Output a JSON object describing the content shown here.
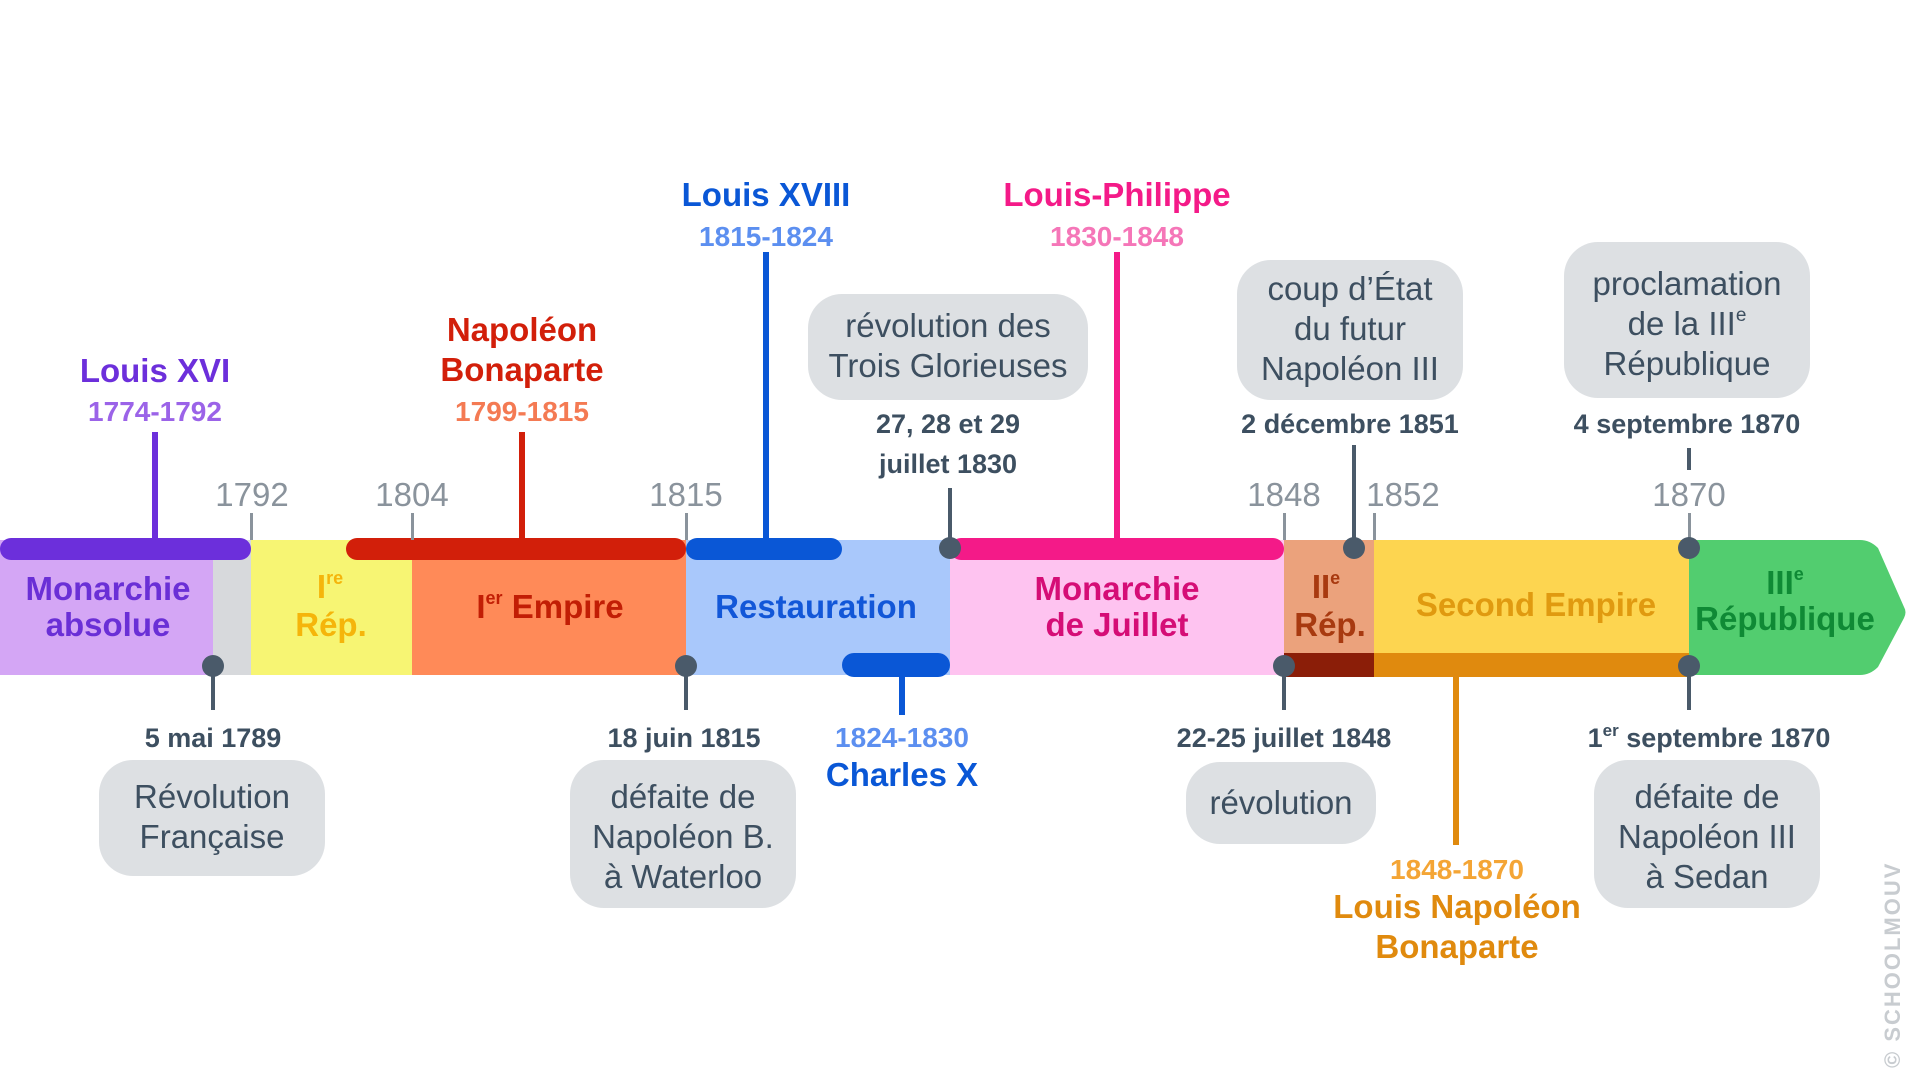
{
  "periods": {
    "monarchie_absolue": {
      "line1": "Monarchie",
      "line2": "absolue",
      "color": "#d4a6f5",
      "text_color": "#6a2fd6"
    },
    "premiere_rep": {
      "numeral": "I",
      "sup": "re",
      "line2": "Rép.",
      "color": "#f7f573",
      "text_color": "#f5b50b"
    },
    "premier_empire": {
      "numeral": "I",
      "sup": "er",
      "rest": " Empire",
      "color": "#ff8a58",
      "text_color": "#c21e05"
    },
    "restauration": {
      "label": "Restauration",
      "color": "#a9c8fb",
      "text_color": "#1257d8"
    },
    "monarchie_juillet": {
      "line1": "Monarchie",
      "line2": "de Juillet",
      "color": "#fec3f0",
      "text_color": "#d50d76"
    },
    "deuxieme_rep": {
      "numeral": "II",
      "sup": "e",
      "line2": "Rép.",
      "color": "#eba27c",
      "text_color": "#a83a10"
    },
    "second_empire": {
      "label": "Second Empire",
      "color": "#fdd550",
      "text_color": "#e09a10"
    },
    "troisieme_rep": {
      "numeral": "III",
      "sup": "e",
      "line2": "République",
      "color": "#52cd6f",
      "text_color": "#0f8a35"
    }
  },
  "years": [
    "1792",
    "1804",
    "1815",
    "1848",
    "1852",
    "1870"
  ],
  "rulers": {
    "louis_xvi": {
      "name": "Louis XVI",
      "dates": "1774-1792",
      "color": "#6c2fdb",
      "dates_color": "#9b63e8"
    },
    "napoleon": {
      "line1": "Napoléon",
      "line2": "Bonaparte",
      "dates": "1799-1815",
      "color": "#d21f0a",
      "dates_color": "#f47a53"
    },
    "louis_xviii": {
      "name": "Louis XVIII",
      "dates": "1815-1824",
      "color": "#0a57d6",
      "dates_color": "#5c8ff0"
    },
    "charles_x": {
      "name": "Charles X",
      "dates": "1824-1830",
      "color": "#0a57d6",
      "dates_color": "#5c8ff0"
    },
    "louis_philippe": {
      "name": "Louis-Philippe",
      "dates": "1830-1848",
      "color": "#f41a88",
      "dates_color": "#f576b8"
    },
    "louis_napoleon": {
      "line1": "Louis Napoléon",
      "line2": "Bonaparte",
      "dates": "1848-1870",
      "color": "#e08a0e",
      "dates_color": "#f4a535"
    }
  },
  "events": {
    "revolution_1789": {
      "date": "5 mai 1789",
      "line1": "Révolution",
      "line2": "Française"
    },
    "waterloo": {
      "date": "18 juin 1815",
      "line1": "défaite de",
      "line2": "Napoléon B.",
      "line3": "à Waterloo"
    },
    "trois_glorieuses": {
      "date1": "27, 28 et 29",
      "date2": "juillet 1830",
      "line1": "révolution des",
      "line2": "Trois Glorieuses"
    },
    "revolution_1848": {
      "date": "22-25 juillet 1848",
      "line1": "révolution"
    },
    "coup_etat": {
      "date": "2 décembre 1851",
      "line1": "coup d’État",
      "line2": "du futur",
      "line3": "Napoléon III"
    },
    "sedan": {
      "date_sup": "er",
      "date_num": "1",
      "date_rest": " septembre 1870",
      "line1": "défaite de",
      "line2": "Napoléon III",
      "line3": "à Sedan"
    },
    "proclamation": {
      "date": "4 septembre 1870",
      "line1": "proclamation",
      "line2_pre": "de la III",
      "line2_sup": "e",
      "line3": "République"
    }
  },
  "watermark": "© SCHOOLMOUV",
  "colors": {
    "gray_text": "#3d4f60",
    "year_text": "#8a939c",
    "bubble": "#dde0e3",
    "connector": "#4a5a6a"
  }
}
